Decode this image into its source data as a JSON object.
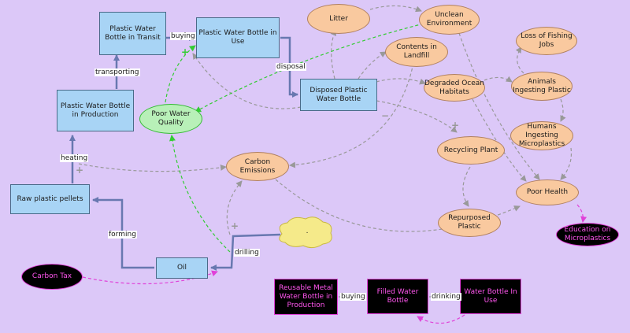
{
  "nodes": {
    "transit": "Plastic Water Bottle in Transit",
    "in_use": "Plastic Water Bottle in Use",
    "production": "Plastic Water Bottle in Production",
    "disposed": "Disposed Plastic Water Bottle",
    "pellets": "Raw plastic pellets",
    "oil": "Oil",
    "litter": "Litter",
    "unclean": "Unclean Environment",
    "landfill": "Contents in Landfill",
    "degraded": "Degraded Ocean Habitats",
    "loss_jobs": "Loss of Fishing Jobs",
    "animals": "Animals Ingesting Plastic",
    "humans": "Humans Ingesting Microplastics",
    "recycling": "Recycling Plant",
    "repurposed": "Repurposed Plastic",
    "poor_health": "Poor Health",
    "carbon": "Carbon Emissions",
    "poor_water": "Poor Water Quality",
    "cloud": ".",
    "carbon_tax": "Carbon Tax",
    "education": "Education on Microplastics",
    "reusable": "Reusable Metal Water Bottle in Production",
    "filled": "Filled Water Bottle",
    "metal_in_use": "Water Bottle In Use"
  },
  "edge_labels": {
    "buying": "buying",
    "disposal": "disposal",
    "transporting": "transporting",
    "heating": "heating",
    "forming": "forming",
    "drilling": "drilling",
    "buying2": "buying",
    "drinking": "drinking"
  },
  "signs": {
    "plus": "+",
    "minus": "−"
  },
  "colors": {
    "background": "#dcc8f8",
    "stock_fill": "#a8d4f5",
    "variable_fill": "#f9c99f",
    "flow": "#6878b0",
    "link": "#999999",
    "green_link": "#33cc33",
    "policy_link": "#e040d8"
  }
}
